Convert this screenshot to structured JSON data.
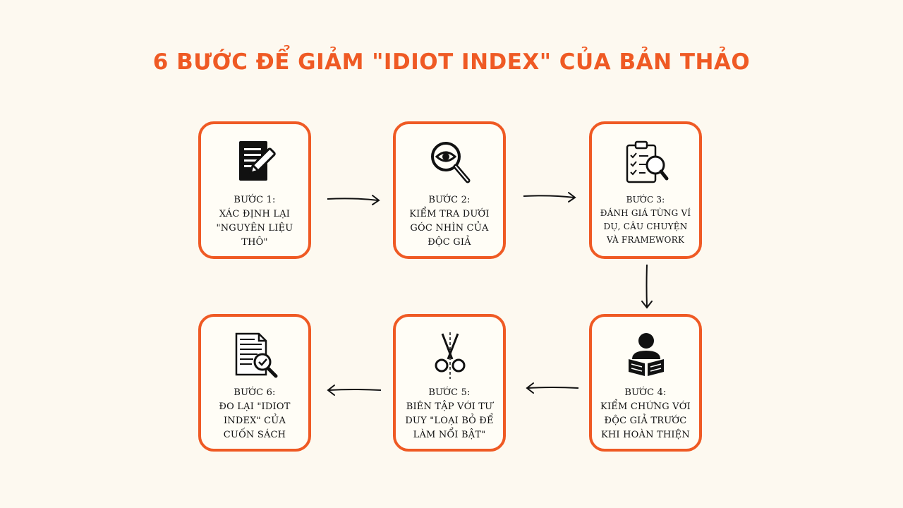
{
  "title": "6 BƯỚC ĐỂ GIẢM \"IDIOT INDEX\" CỦA BẢN THẢO",
  "colors": {
    "accent": "#ef5a24",
    "background": "#fdf9f0",
    "text": "#111111"
  },
  "steps": [
    {
      "icon": "document-pen-icon",
      "lines": [
        "BƯỚC 1:",
        "XÁC ĐỊNH LẠI",
        "\"NGUYÊN LIỆU",
        "THÔ\""
      ]
    },
    {
      "icon": "magnifier-eye-icon",
      "lines": [
        "BƯỚC 2:",
        "KIỂM TRA DƯỚI",
        "GÓC NHÌN CỦA",
        "ĐỘC GIẢ"
      ]
    },
    {
      "icon": "clipboard-search-icon",
      "lines": [
        "BƯỚC 3:",
        "ĐÁNH GIÁ TỪNG VÍ",
        "DỤ, CÂU CHUYỆN",
        "VÀ FRAMEWORK"
      ]
    },
    {
      "icon": "reader-book-icon",
      "lines": [
        "BƯỚC 4:",
        "KIỂM CHỨNG VỚI",
        "ĐỘC GIẢ TRƯỚC",
        "KHI HOÀN THIỆN"
      ]
    },
    {
      "icon": "scissors-icon",
      "lines": [
        "BƯỚC 5:",
        "BIÊN TẬP VỚI TƯ",
        "DUY \"LOẠI BỎ ĐỂ",
        "LÀM NỔI BẬT\""
      ]
    },
    {
      "icon": "document-check-icon",
      "lines": [
        "BƯỚC 6:",
        "ĐO LẠI \"IDIOT",
        "INDEX\" CỦA",
        "CUỐN SÁCH"
      ]
    }
  ]
}
